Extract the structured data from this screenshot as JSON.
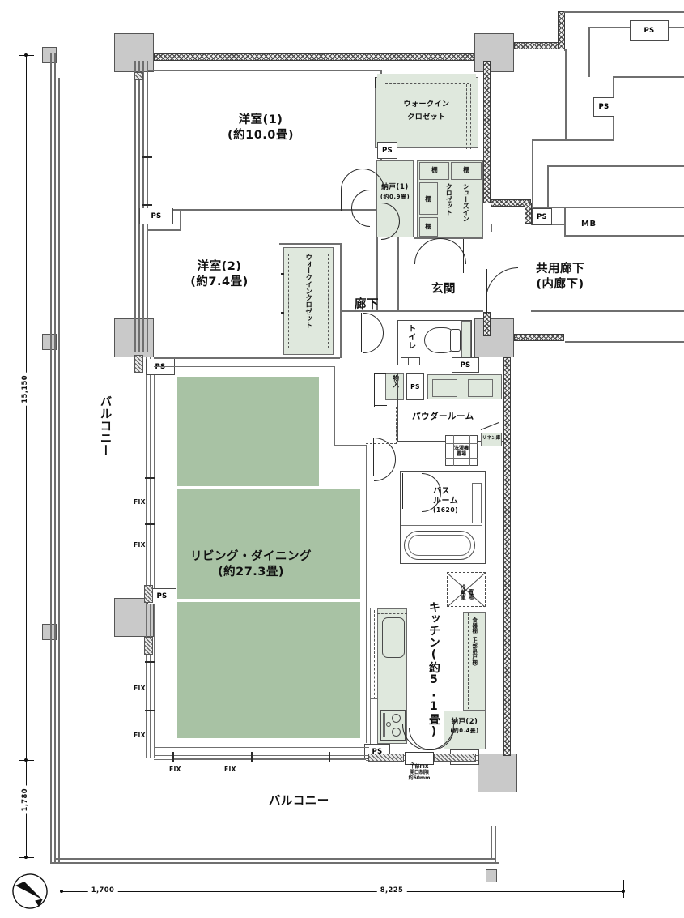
{
  "plan": {
    "rooms": [
      {
        "id": "yoshitsu1",
        "name": "洋室(1)",
        "sub": "(約10.0畳)"
      },
      {
        "id": "yoshitsu2",
        "name": "洋室(2)",
        "sub": "(約7.4畳)"
      },
      {
        "id": "living",
        "name": "リビング・ダイニング",
        "sub": "(約27.3畳)"
      },
      {
        "id": "kitchen",
        "name": "キッチン(約5.1畳)"
      },
      {
        "id": "genkan",
        "name": "玄関"
      },
      {
        "id": "rouka",
        "name": "廊下"
      },
      {
        "id": "toilet",
        "name": "トイレ"
      },
      {
        "id": "powder",
        "name": "パウダールーム"
      },
      {
        "id": "bath",
        "name": "バス",
        "sub": "ルーム",
        "sub2": "(1620)"
      },
      {
        "id": "nando1",
        "name": "納戸(1)",
        "sub": "(約0.9畳)"
      },
      {
        "id": "nando2",
        "name": "納戸(2)",
        "sub": "(約0.4畳)"
      },
      {
        "id": "wic_top",
        "name": "ウォークイン",
        "sub": "クロゼット"
      },
      {
        "id": "wic_side",
        "name": "ウォークインクロゼット"
      },
      {
        "id": "shoein",
        "name": "シューズイン"
      },
      {
        "id": "closet",
        "name": "クロゼット"
      },
      {
        "id": "monoire",
        "name": "物入"
      },
      {
        "id": "balcony_left",
        "name": "バルコニー"
      },
      {
        "id": "balcony_bottom",
        "name": "バルコニー"
      },
      {
        "id": "kyoyo",
        "name": "共用廊下",
        "sub": "(内廊下)"
      },
      {
        "id": "mb",
        "name": "MB"
      }
    ],
    "fixtures": {
      "shelf": "棚",
      "washer": "洗濯機",
      "washer2": "置場",
      "linen": "リネン庫",
      "fridge": "冷蔵庫",
      "fridge2": "置場",
      "cupboard": "食器棚（上部吊戸棚）"
    },
    "ps_label": "PS",
    "fix_label": "FIX",
    "note_bottom": {
      "l1": "下部FIX",
      "l2": "開口制限",
      "l3": "約60mm"
    },
    "dimensions": {
      "left_long": "15,150",
      "left_short": "1,780",
      "bottom_left": "1,700",
      "bottom_right": "8,225"
    },
    "compass": "north-arrow"
  },
  "colors": {
    "floor_green": "#a8c2a4",
    "fixture_green": "#dfe8dd",
    "column_gray": "#c9c9c9",
    "wall_dark": "#3a3a3a"
  }
}
